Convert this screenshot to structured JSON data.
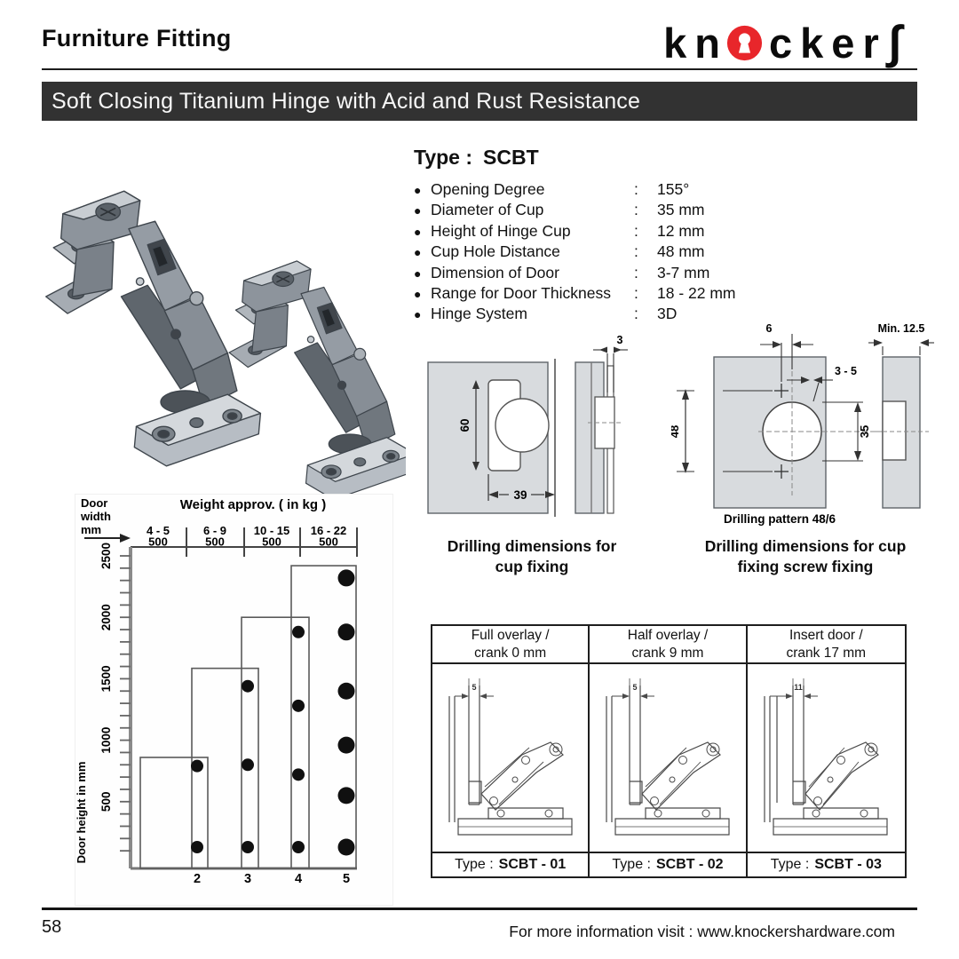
{
  "header": {
    "title": "Furniture Fitting",
    "logo": {
      "pre": "kn",
      "post": "cker",
      "end": "∫",
      "accent_color": "#e8262b"
    }
  },
  "banner": {
    "title": "Soft Closing Titanium Hinge with Acid and Rust Resistance",
    "bg_color": "#323232"
  },
  "specs": {
    "heading_label": "Type :",
    "heading_value": "SCBT",
    "items": [
      {
        "label": "Opening Degree",
        "value": "155°"
      },
      {
        "label": "Diameter of Cup",
        "value": "35 mm"
      },
      {
        "label": "Height of Hinge Cup",
        "value": "12 mm"
      },
      {
        "label": "Cup Hole Distance",
        "value": "48 mm"
      },
      {
        "label": "Dimension of Door",
        "value": "3-7 mm"
      },
      {
        "label": "Range for Door Thickness",
        "value": "18 - 22 mm"
      },
      {
        "label": "Hinge System",
        "value": "3D"
      }
    ]
  },
  "drawings": {
    "cup_fixing": {
      "dim_height": "60",
      "dim_width": "39",
      "dim_depth": "3",
      "caption_line1": "Drilling dimensions for",
      "caption_line2": "cup fixing"
    },
    "screw_fixing": {
      "dim_screw_offset": "6",
      "dim_edge": "3 - 5",
      "dim_hole_distance": "48",
      "dim_cup": "35",
      "dim_min": "Min. 12.5",
      "pattern_label": "Drilling pattern 48/6",
      "caption_line1": "Drilling dimensions for cup",
      "caption_line2": "fixing screw fixing"
    }
  },
  "chart_data": {
    "type": "bar",
    "title": "Weight approv. ( in kg )",
    "corner_label_lines": [
      "Door",
      "width",
      "mm"
    ],
    "ylabel": "Door height in mm",
    "weight_classes": [
      "4 - 5",
      "6 - 9",
      "10 - 15",
      "16 - 22"
    ],
    "segment_width_label": "500",
    "categories": [
      2,
      3,
      4,
      5
    ],
    "bar_tops_mm": [
      860,
      1585,
      2000,
      2420
    ],
    "hinge_dots_mm": [
      [
        790,
        130
      ],
      [
        1440,
        800,
        130
      ],
      [
        1880,
        1280,
        720,
        130
      ],
      [
        2320,
        1880,
        1400,
        960,
        550,
        130
      ]
    ],
    "y_ticks": [
      500,
      1000,
      1500,
      2000,
      2500
    ],
    "ylim": [
      0,
      2500
    ],
    "minor_tick_step_mm": 100,
    "grid": false,
    "legend": "none"
  },
  "overlay_table": {
    "columns": [
      {
        "header_line1": "Full overlay /",
        "header_line2": "crank 0 mm",
        "dim": "5",
        "type_label": "Type :",
        "type_value": "SCBT - 01"
      },
      {
        "header_line1": "Half overlay /",
        "header_line2": "crank 9 mm",
        "dim": "5",
        "type_label": "Type :",
        "type_value": "SCBT - 02"
      },
      {
        "header_line1": "Insert door /",
        "header_line2": "crank 17 mm",
        "dim": "11",
        "type_label": "Type :",
        "type_value": "SCBT - 03"
      }
    ]
  },
  "footer": {
    "page_number": "58",
    "info": "For more information visit : www.knockershardware.com"
  }
}
